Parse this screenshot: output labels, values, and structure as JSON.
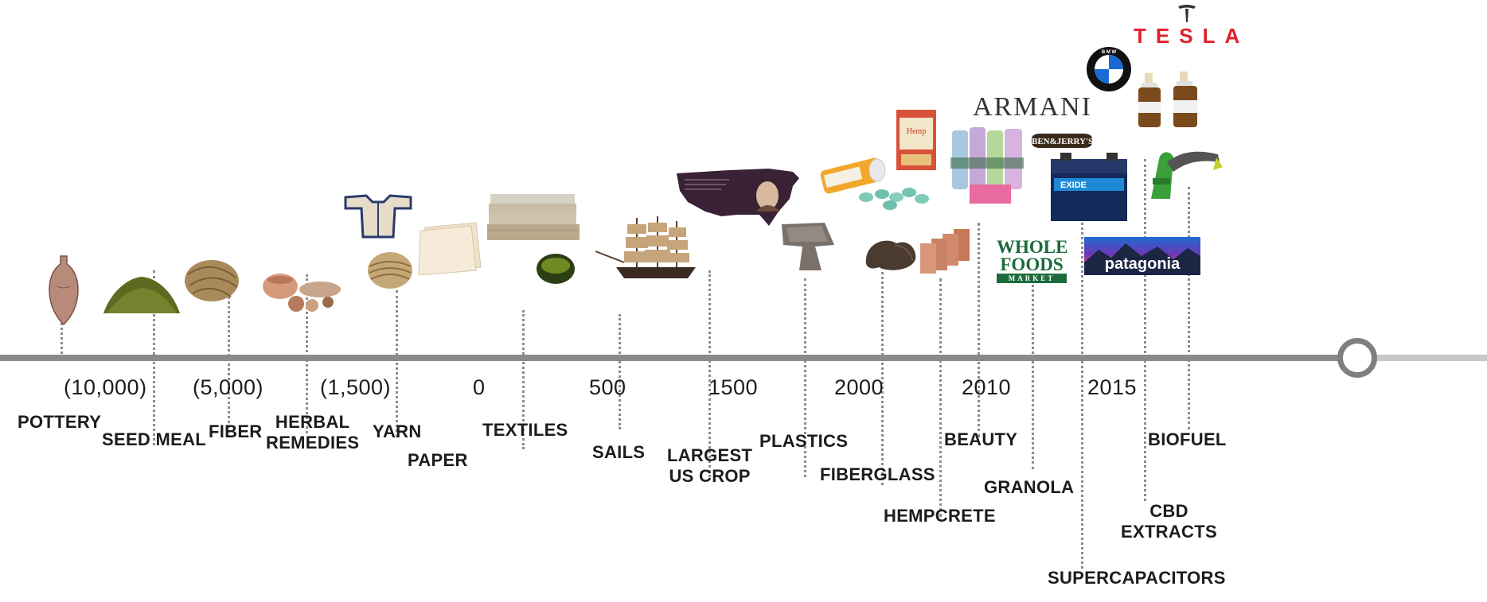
{
  "timeline": {
    "years": [
      {
        "id": "y-10000",
        "text": "(10,000)"
      },
      {
        "id": "y-5000",
        "text": "(5,000)"
      },
      {
        "id": "y-1500bc",
        "text": "(1,500)"
      },
      {
        "id": "y-0",
        "text": "0"
      },
      {
        "id": "y-500",
        "text": "500"
      },
      {
        "id": "y-1500",
        "text": "1500"
      },
      {
        "id": "y-2000",
        "text": "2000"
      },
      {
        "id": "y-2010",
        "text": "2010"
      },
      {
        "id": "y-2015",
        "text": "2015"
      }
    ],
    "uses": [
      {
        "id": "pottery",
        "label": "POTTERY"
      },
      {
        "id": "seed-meal",
        "label": "SEED MEAL"
      },
      {
        "id": "fiber",
        "label": "FIBER"
      },
      {
        "id": "herbal-remedies",
        "label": "HERBAL\nREMEDIES"
      },
      {
        "id": "yarn",
        "label": "YARN"
      },
      {
        "id": "paper",
        "label": "PAPER"
      },
      {
        "id": "textiles",
        "label": "TEXTILES"
      },
      {
        "id": "sails",
        "label": "SAILS"
      },
      {
        "id": "largest-us-crop",
        "label": "LARGEST\nUS CROP"
      },
      {
        "id": "plastics",
        "label": "PLASTICS"
      },
      {
        "id": "fiberglass",
        "label": "FIBERGLASS"
      },
      {
        "id": "hempcrete",
        "label": "HEMPCRETE"
      },
      {
        "id": "beauty",
        "label": "BEAUTY"
      },
      {
        "id": "granola",
        "label": "GRANOLA"
      },
      {
        "id": "supercapacitors",
        "label": "SUPERCAPACITORS"
      },
      {
        "id": "cbd-extracts",
        "label": "CBD\nEXTRACTS"
      },
      {
        "id": "biofuel",
        "label": "BIOFUEL"
      }
    ]
  },
  "brands": {
    "armani": "ARMANI",
    "tesla": "TESLA",
    "bmw": "B M W",
    "ben_jerrys": "BEN&JERRY'S",
    "whole_foods_1": "WHOLE",
    "whole_foods_2": "FOODS",
    "whole_foods_3": "MARKET",
    "patagonia": "patagonia",
    "exide": "EXIDE"
  },
  "colors": {
    "axis": "#8a8a8a",
    "text": "#1c1c1c",
    "tesla_red": "#e0202a",
    "whole_foods_green": "#1b6b3a",
    "patagonia_navy": "#1c2544"
  }
}
